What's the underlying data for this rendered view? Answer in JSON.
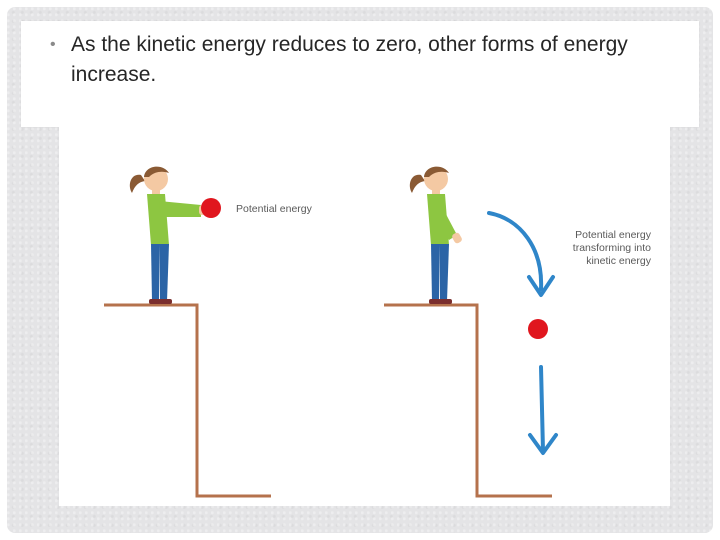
{
  "slide": {
    "bullets": [
      "As the kinetic energy reduces to zero, other forms of energy increase."
    ]
  },
  "illustration": {
    "left_label": "Potential energy",
    "right_label_lines": [
      "Potential energy",
      "transforming into",
      "kinetic energy"
    ]
  },
  "colors": {
    "ledge": "#b5724c",
    "arrow": "#2f86c9",
    "ball": "#e0161e",
    "shirt": "#8dc641",
    "jeans": "#2b64a6",
    "hair": "#8a5a34"
  },
  "icons": {
    "girl_left": "girl-holding-ball-icon",
    "girl_right": "girl-releasing-ball-icon",
    "ball": "red-ball-icon"
  }
}
